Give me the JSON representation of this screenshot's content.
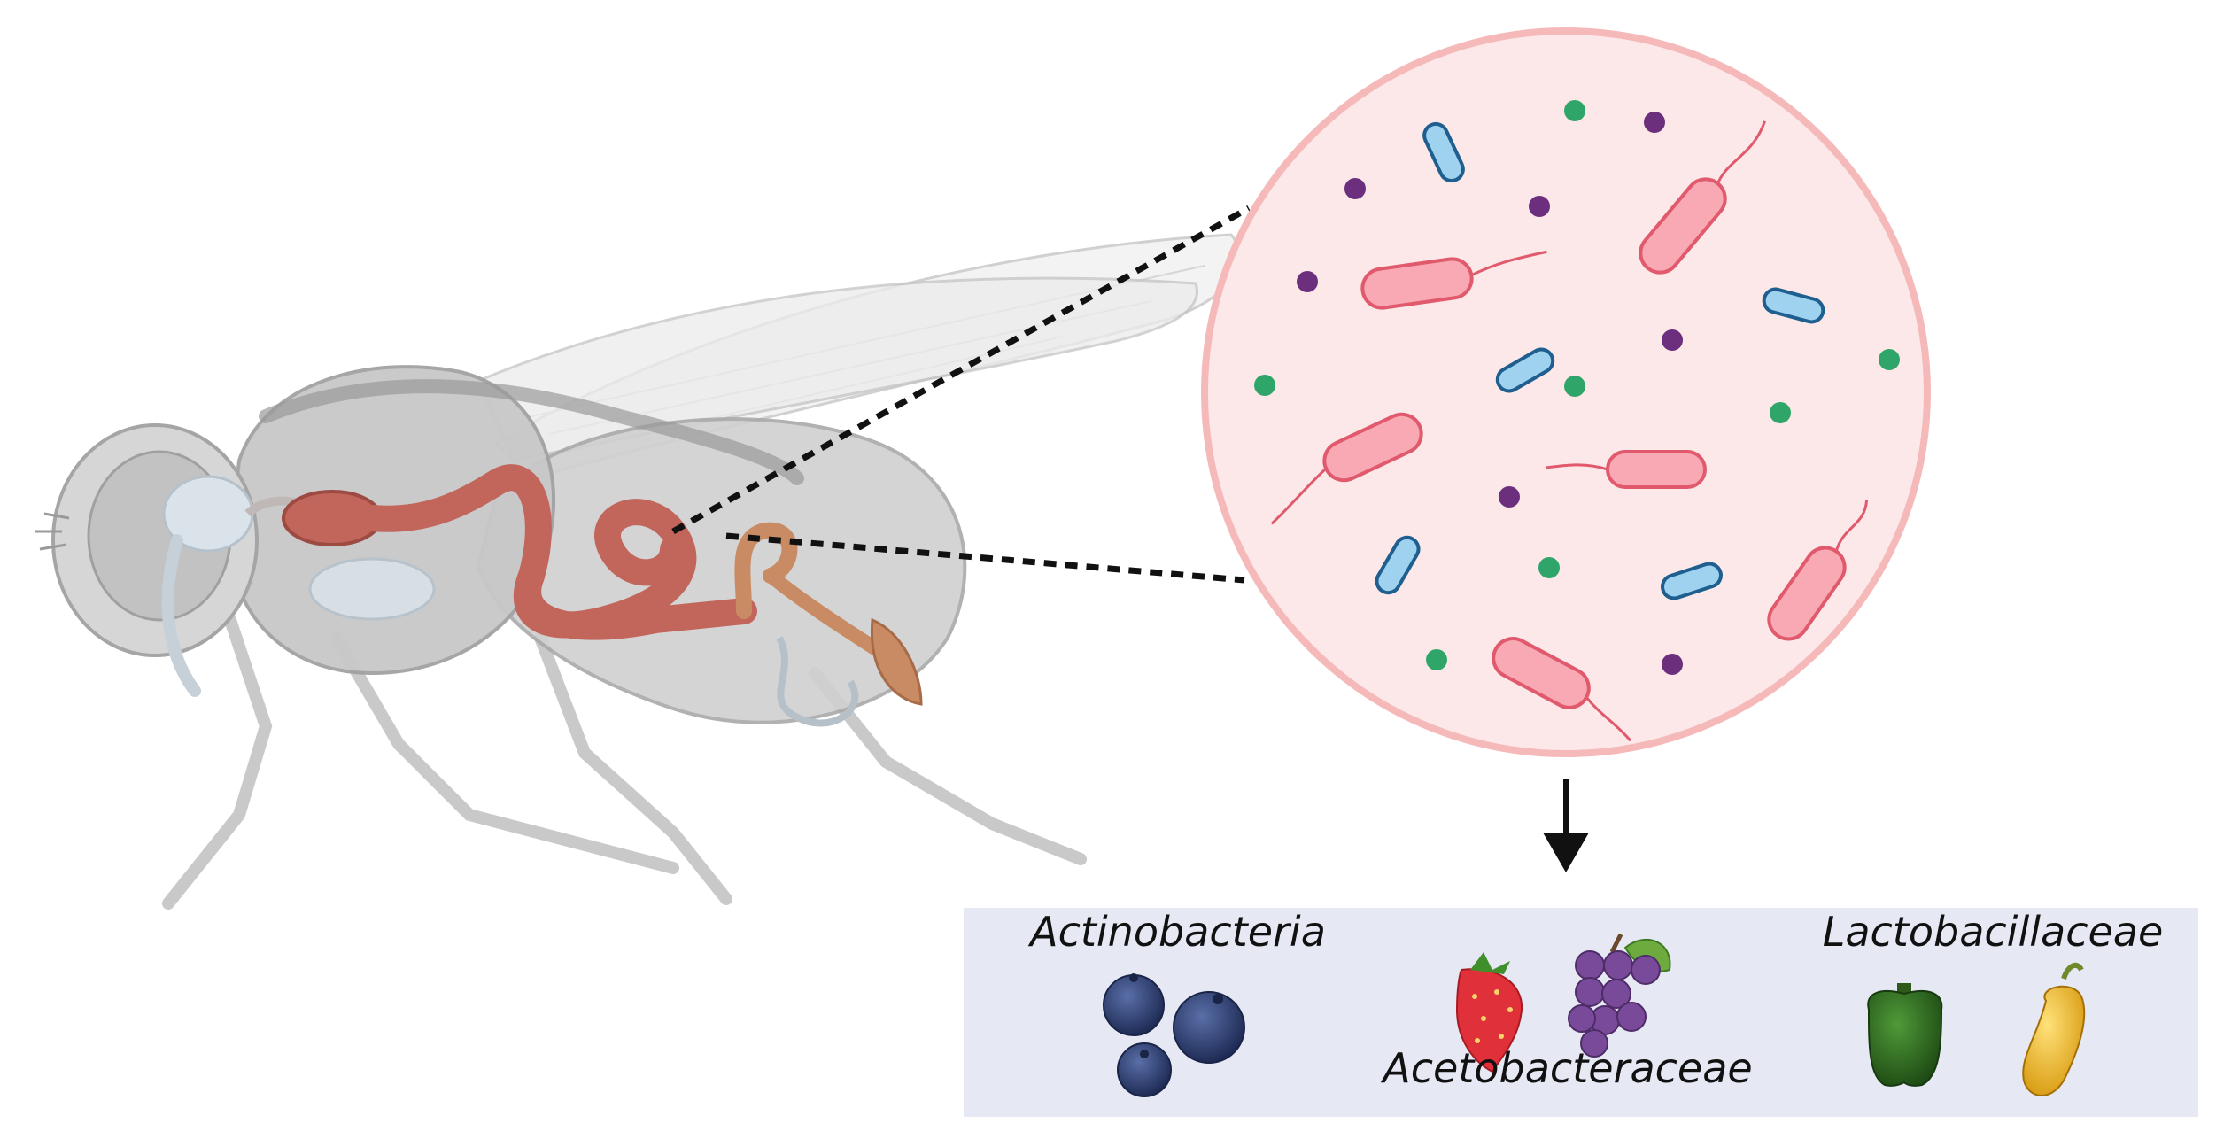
{
  "groups": {
    "actinobacteria": {
      "label": "Actinobacteria",
      "foods": [
        "blueberry-icon",
        "blueberry-icon",
        "blueberry-icon"
      ]
    },
    "acetobacteraceae": {
      "label": "Acetobacteraceae",
      "foods": [
        "strawberry-icon",
        "grape-icon"
      ]
    },
    "lactobacillaceae": {
      "label": "Lactobacillaceae",
      "foods": [
        "green-bell-pepper-icon",
        "yellow-chili-pepper-icon"
      ]
    }
  },
  "colors": {
    "circle_fill": "#fce8e8",
    "circle_stroke": "#f6b9b9",
    "panel_fill": "#e6e8f4",
    "gut": "#c2655b",
    "hindgut": "#c98b64",
    "rod_pink": "#f28c9a",
    "rod_blue": "#2f8fc8",
    "coccus_green": "#2fa56a",
    "coccus_purple": "#6b2f7d",
    "blueberry": "#2d3f73",
    "strawberry": "#e0303a",
    "grape": "#7a4a9a",
    "green_pepper": "#2f6a1f",
    "yellow_pepper": "#e7b418"
  }
}
